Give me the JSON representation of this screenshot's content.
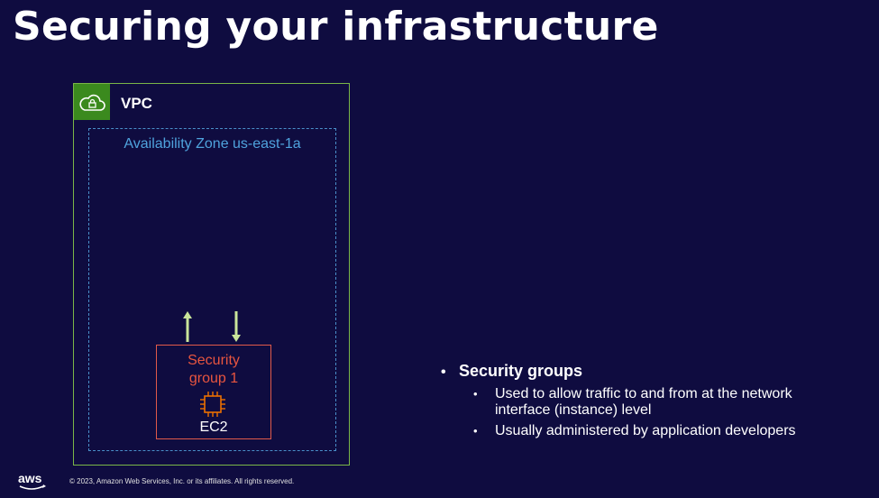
{
  "slide": {
    "title": "Securing your infrastructure"
  },
  "diagram": {
    "vpc": {
      "label": "VPC",
      "icon": "cloud-lock-icon",
      "color": "#7ab648"
    },
    "availability_zone": {
      "label": "Availability Zone us-east-1a",
      "color": "#4a8fc9"
    },
    "security_group": {
      "label_line1": "Security",
      "label_line2": "group 1",
      "color": "#e05a4a"
    },
    "instance": {
      "label": "EC2",
      "icon": "ec2-chip-icon",
      "color": "#ed7100"
    },
    "arrows": {
      "in_out": [
        "arrow-up-icon",
        "arrow-down-icon"
      ],
      "color": "#c9e59a"
    }
  },
  "bullets": {
    "main": "Security groups",
    "sub": [
      {
        "line1": "Used to allow traffic to and from at the network",
        "line2": "interface (instance) level"
      },
      {
        "line1": "Usually administered by application developers",
        "line2": ""
      }
    ]
  },
  "footer": {
    "logo_text": "aws",
    "copyright": "© 2023, Amazon Web Services, Inc. or its affiliates. All rights reserved."
  }
}
